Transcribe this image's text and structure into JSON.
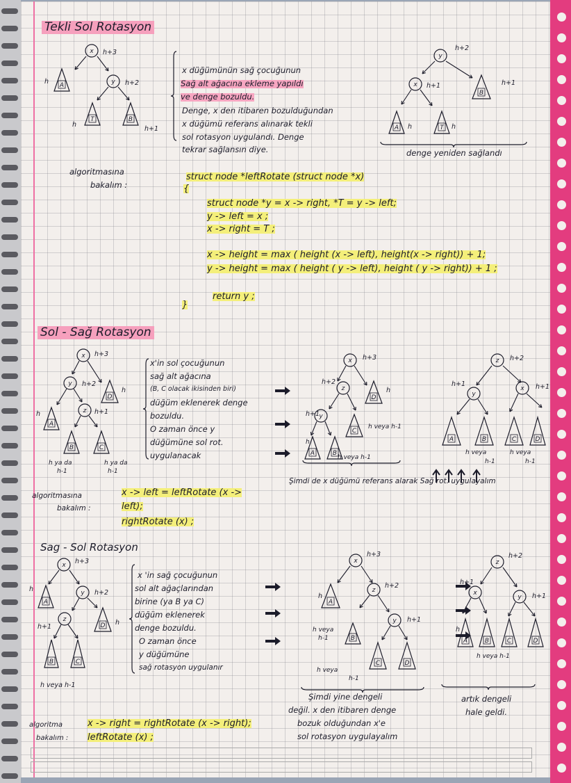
{
  "sections": [
    {
      "title": "Tekli Sol Rotasyon"
    },
    {
      "title": "Sol - Sağ Rotasyon"
    },
    {
      "title": "Sag - Sol Rotasyon"
    }
  ],
  "s1": {
    "explanation": [
      "x düğümünün sağ çocuğunun",
      "Sağ alt ağacına ekleme yapıldı",
      "ve denge bozuldu.",
      "Denge, x den itibaren bozulduğundan",
      "x düğümü referans alınarak tekli",
      "sol rotasyon uygulandı. Denge",
      "tekrar sağlansın diye."
    ],
    "balanced_caption": "denge yeniden sağlandı",
    "algo_label": [
      "algoritmasına",
      "bakalım :"
    ],
    "code": [
      "struct node *leftRotate (struct node *x)",
      "{",
      "struct node *y = x -> right, *T = y -> left;",
      "y -> left = x ;",
      "x -> right = T ;",
      "x -> height = max ( height (x -> left), height(x -> right)) + 1;",
      "y -> height = max ( height ( y -> left), height ( y -> right)) + 1 ;",
      "return y ;",
      "}"
    ]
  },
  "s2": {
    "explanation": [
      "x'in sol çocuğunun",
      "sağ alt ağacına",
      "(B, C olacak ikisinden biri)",
      "düğüm eklenerek denge",
      "bozuldu.",
      "O zaman önce y",
      "düğümüne sol rot.",
      "uygulanacak"
    ],
    "caption": "Şimdi de x düğümü referans alarak Sağ rot. uygulayalım",
    "algo_label": [
      "algoritmasına",
      "bakalım :"
    ],
    "code": [
      "x -> left = leftRotate (x ->",
      "left);",
      "rightRotate (x) ;"
    ]
  },
  "s3": {
    "explanation": [
      "x 'in sağ çocuğunun",
      "sol alt ağaçlarından",
      "birine (ya B ya C)",
      "düğüm eklenerek",
      "denge bozuldu.",
      "O zaman önce",
      "y düğümüne",
      "sağ rotasyon uygulanır"
    ],
    "caption1": [
      "Şimdi yine dengeli",
      "değil. x den itibaren denge",
      "bozuk olduğundan x'e",
      "sol rotasyon uygulayalım"
    ],
    "caption2": [
      "artık dengeli",
      "hale geldi."
    ],
    "algo_label": [
      "algoritma",
      "bakalım :"
    ],
    "code": [
      "x -> right = rightRotate (x -> right);",
      "leftRotate (x) ;"
    ]
  },
  "labels": {
    "h": "h",
    "h1": "h+1",
    "h2": "h+2",
    "h3": "h+3",
    "hv": "h veya h-1",
    "hvs": "h veya",
    "hm": "h-1",
    "hyada": "h ya da",
    "hyada2": "h ya da",
    "x": "x",
    "y": "y",
    "z": "z",
    "A": "A",
    "B": "B",
    "C": "C",
    "D": "D",
    "T": "T"
  },
  "colors": {
    "highlight_pink": "#f7a6c1",
    "highlight_yellow": "#f4ef7a",
    "edge_pink": "#e33c7f",
    "grid": "#b8b8c0"
  }
}
